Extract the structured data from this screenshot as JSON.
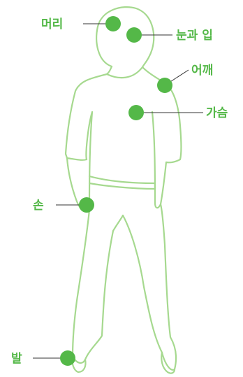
{
  "labels": {
    "head": "머리",
    "eyes_mouth": "눈과 입",
    "shoulder": "어깨",
    "chest": "가슴",
    "hand": "손",
    "foot": "발"
  },
  "colors": {
    "label": "#54b848",
    "dot": "#54b848",
    "outline": "#a6d98f",
    "leader": "#333333"
  }
}
